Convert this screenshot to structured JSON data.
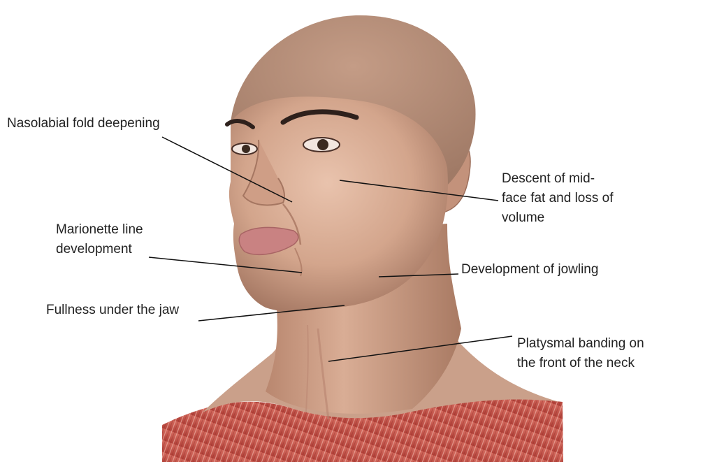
{
  "labels": {
    "nasolabial": {
      "lines": [
        "Nasolabial fold deepening"
      ]
    },
    "midface": {
      "lines": [
        "Descent of mid-",
        "face fat and loss of",
        "volume"
      ]
    },
    "marionette": {
      "lines": [
        "Marionette line",
        "development"
      ]
    },
    "jowling": {
      "lines": [
        "Development of jowling"
      ]
    },
    "jaw": {
      "lines": [
        "Fullness under the jaw"
      ]
    },
    "platysmal": {
      "lines": [
        "Platysmal banding on",
        "the front of the neck"
      ]
    }
  },
  "colors": {
    "skin_light": "#e3b9a2",
    "skin_mid": "#c99880",
    "skin_shadow": "#8f6452",
    "scalp": "#b58e78",
    "muscle_red": "#c4544a",
    "muscle_light": "#e8a89c",
    "eyebrow": "#2e211c",
    "lips": "#c98282",
    "leader_line": "#111111"
  }
}
